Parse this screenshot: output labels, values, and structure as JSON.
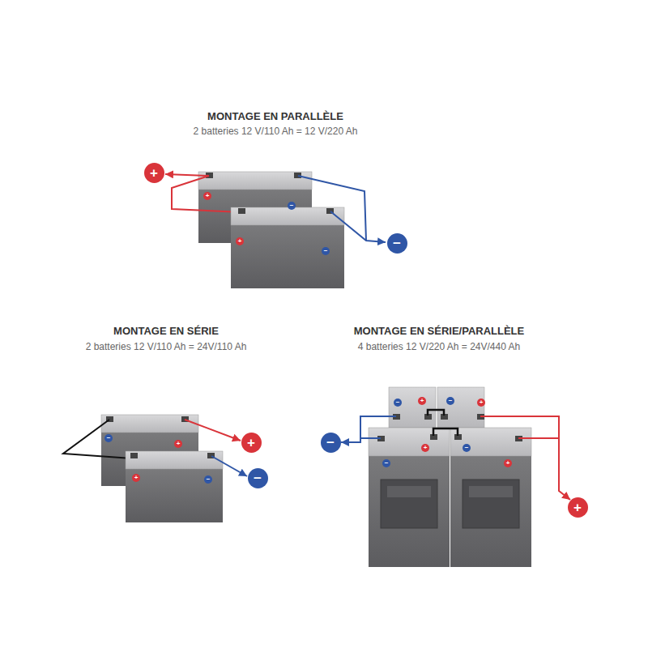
{
  "diagram": {
    "nodes": [
      {
        "text": [
          "+"
        ]
      },
      {
        "text": [
          "−"
        ]
      },
      {
        "text": [
          "+"
        ]
      },
      {
        "text": [
          "−"
        ]
      },
      {
        "text": [
          "−"
        ]
      },
      {
        "text": [
          "+"
        ]
      }
    ],
    "labels": [
      "MONTAGE EN PARALLÈLE",
      "2 batteries 12 V/110 Ah = 12 V/220 Ah",
      "MONTAGE EN SÉRIE",
      "2 batteries 12 V/110 Ah = 24V/110 Ah",
      "MONTAGE EN SÉRIE/PARALLÈLE",
      "4 batteries 12 V/220 Ah = 24V/440 Ah",
      "+",
      "−",
      "+",
      "−",
      "−",
      "+",
      "+",
      "−",
      "−",
      "+",
      "−",
      "+",
      "−",
      "+",
      "−",
      "+"
    ]
  }
}
